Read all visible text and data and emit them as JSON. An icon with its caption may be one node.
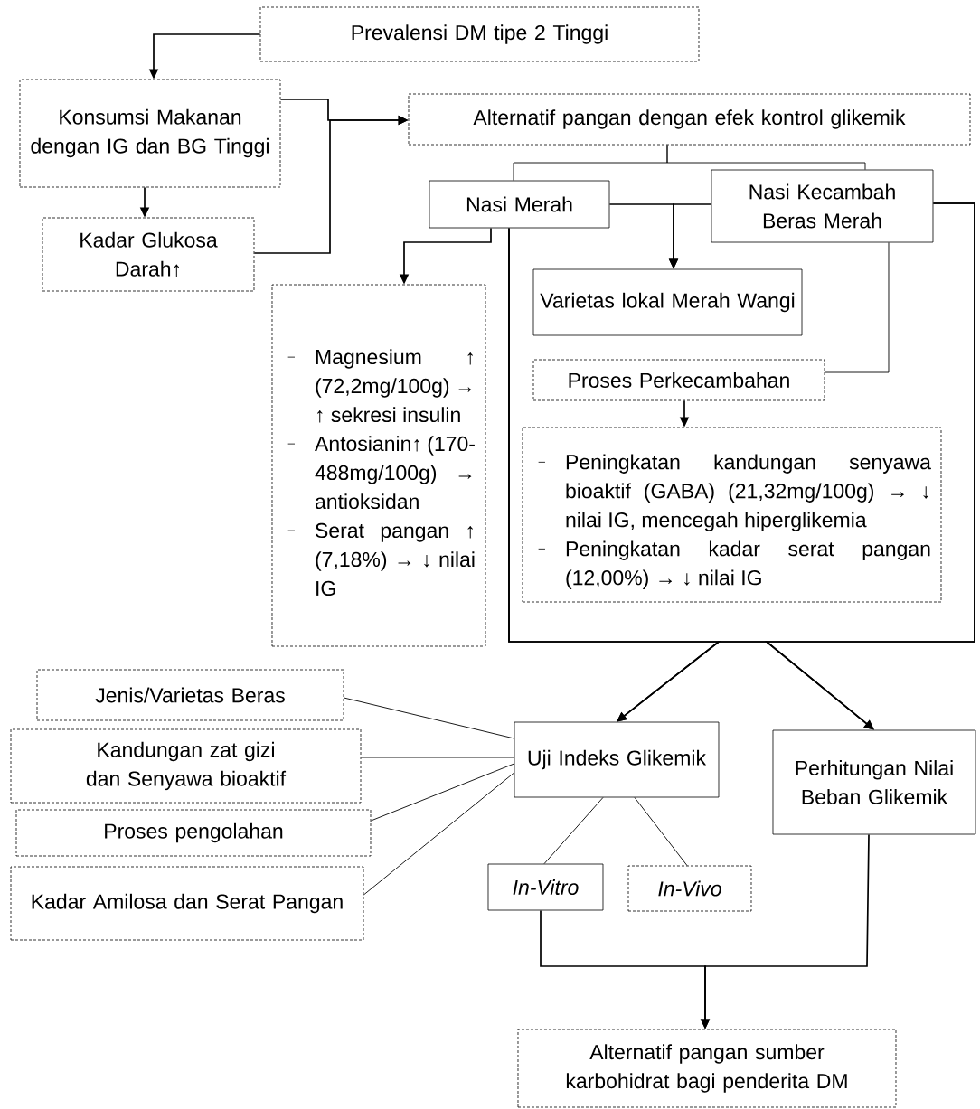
{
  "diagram": {
    "nodes": [
      {
        "text": [
          "Prevalensi DM tipe 2 Tinggi"
        ]
      },
      {
        "text": [
          "Konsumsi Makanan dengan IG dan BG Tinggi"
        ]
      },
      {
        "text": [
          "Kadar Glukosa Darah↑"
        ]
      },
      {
        "text": [
          "Alternatif pangan dengan efek kontrol glikemik"
        ]
      },
      {
        "text": [
          "Nasi Merah"
        ]
      },
      {
        "text": [
          "Nasi Kecambah Beras Merah"
        ]
      },
      {
        "text": [
          "Varietas lokal Merah Wangi"
        ]
      },
      {
        "text": [
          "Proses Perkecambahan"
        ]
      },
      {
        "text": [
          "Peningkatan kandungan senyawa bioaktif (GABA) (21,32mg/100g) → ↓ nilai IG, mencegah hiperglikemia",
          "Peningkatan kadar serat pangan (12,00%) → ↓ nilai IG"
        ]
      },
      {
        "text": [
          "Magnesium ↑ (72,2mg/100g) → ↑ sekresi insulin",
          "Antosianin↑ (170-488mg/100g) → antioksidan",
          "Serat pangan ↑ (7,18%) → ↓ nilai IG"
        ]
      },
      {
        "text": [
          "Uji Indeks Glikemik"
        ]
      },
      {
        "text": [
          "Perhitungan Nilai Beban Glikemik"
        ]
      },
      {
        "text": [
          "Jenis/Varietas Beras"
        ]
      },
      {
        "text": [
          "Kandungan zat gizi dan Senyawa bioaktif"
        ]
      },
      {
        "text": [
          "Proses pengolahan"
        ]
      },
      {
        "text": [
          "Kadar Amilosa dan Serat Pangan"
        ]
      },
      {
        "text": [
          "In-Vitro"
        ]
      },
      {
        "text": [
          "In-Vivo"
        ]
      },
      {
        "text": [
          "Alternatif pangan sumber karbohidrat bagi penderita DM"
        ]
      }
    ],
    "edges": [
      {
        "from": 0,
        "to": 1,
        "arrow": "to"
      },
      {
        "from": 1,
        "to": 2,
        "arrow": "to"
      },
      {
        "from": 1,
        "to": 3,
        "arrow": "to"
      },
      {
        "from": 2,
        "to": 3,
        "arrow": "to"
      },
      {
        "from": 3,
        "to": 4,
        "arrow": "none"
      },
      {
        "from": 3,
        "to": 5,
        "arrow": "none"
      },
      {
        "from": 4,
        "to": 6,
        "arrow": "to"
      },
      {
        "from": 5,
        "to": 6,
        "arrow": "to"
      },
      {
        "from": 4,
        "to": 9,
        "arrow": "to"
      },
      {
        "from": 5,
        "to": 7,
        "arrow": "none"
      },
      {
        "from": 7,
        "to": 8,
        "arrow": "to"
      },
      {
        "from": 4,
        "to": 10,
        "arrow": "to"
      },
      {
        "from": 4,
        "to": 11,
        "arrow": "to"
      },
      {
        "from": 5,
        "to": 10,
        "arrow": "to"
      },
      {
        "from": 5,
        "to": 11,
        "arrow": "to"
      },
      {
        "from": 12,
        "to": 10,
        "arrow": "none"
      },
      {
        "from": 13,
        "to": 10,
        "arrow": "none"
      },
      {
        "from": 14,
        "to": 10,
        "arrow": "none"
      },
      {
        "from": 15,
        "to": 10,
        "arrow": "none"
      },
      {
        "from": 10,
        "to": 16,
        "arrow": "none"
      },
      {
        "from": 10,
        "to": 17,
        "arrow": "none"
      },
      {
        "from": 16,
        "to": 18,
        "arrow": "to"
      },
      {
        "from": 11,
        "to": 18,
        "arrow": "to"
      }
    ]
  }
}
